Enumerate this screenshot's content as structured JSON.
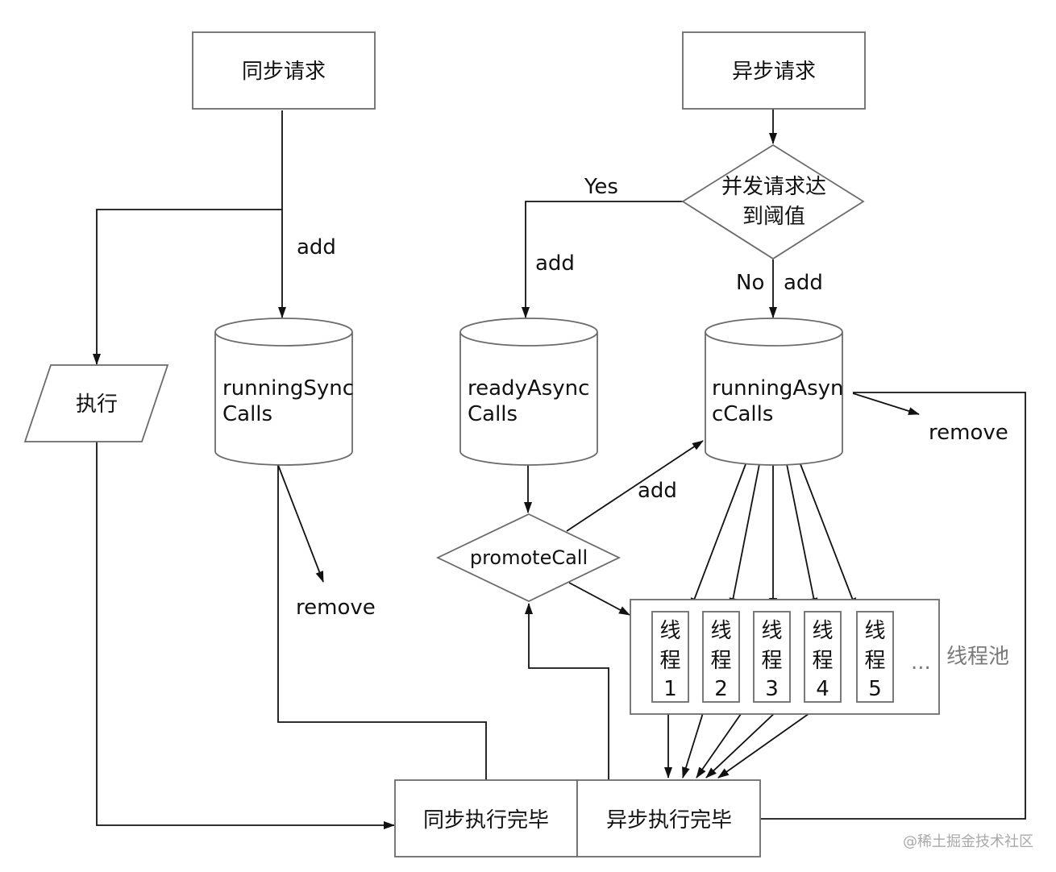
{
  "nodes": {
    "sync_request": "同步请求",
    "async_request": "异步请求",
    "threshold_line1": "并发请求达",
    "threshold_line2": "到阈值",
    "execute": "执行",
    "running_sync_line1": "runningSync",
    "running_sync_line2": "Calls",
    "ready_async_line1": "readyAsync",
    "ready_async_line2": "Calls",
    "running_async_line1": "runningAsyn",
    "running_async_line2": "cCalls",
    "promote_call": "promoteCall",
    "sync_done": "同步执行完毕",
    "async_done": "异步执行完毕",
    "thread_pool": "线程池",
    "ellipsis": "...",
    "thread_char1": "线",
    "thread_char2": "程",
    "threads": [
      "1",
      "2",
      "3",
      "4",
      "5"
    ]
  },
  "edge_labels": {
    "add_sync": "add",
    "yes": "Yes",
    "add_ready": "add",
    "no": "No",
    "add_running": "add",
    "remove_sync": "remove",
    "remove_async": "remove",
    "add_promote": "add"
  },
  "watermark": "@稀土掘金技术社区",
  "colors": {
    "stroke": "#6b6b6b",
    "line": "#111111",
    "text": "#111111",
    "muted": "#7a7a7a"
  }
}
